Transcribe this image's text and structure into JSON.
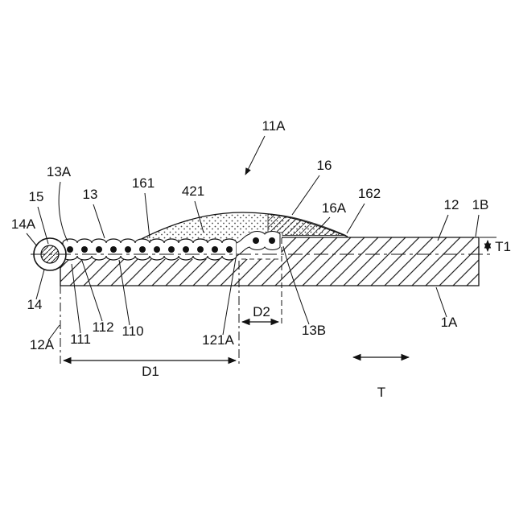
{
  "colors": {
    "ink": "#111111",
    "background": "#ffffff"
  },
  "labels": {
    "11A": "11A",
    "13A": "13A",
    "15": "15",
    "14A": "14A",
    "13": "13",
    "161": "161",
    "421": "421",
    "16": "16",
    "16A": "16A",
    "162": "162",
    "12": "12",
    "1B": "1B",
    "14": "14",
    "12A": "12A",
    "111": "111",
    "112": "112",
    "110": "110",
    "121A": "121A",
    "13B": "13B",
    "1A": "1A"
  },
  "dimensions": {
    "d1": "D1",
    "d2": "D2",
    "t1": "T1",
    "t": "T"
  }
}
